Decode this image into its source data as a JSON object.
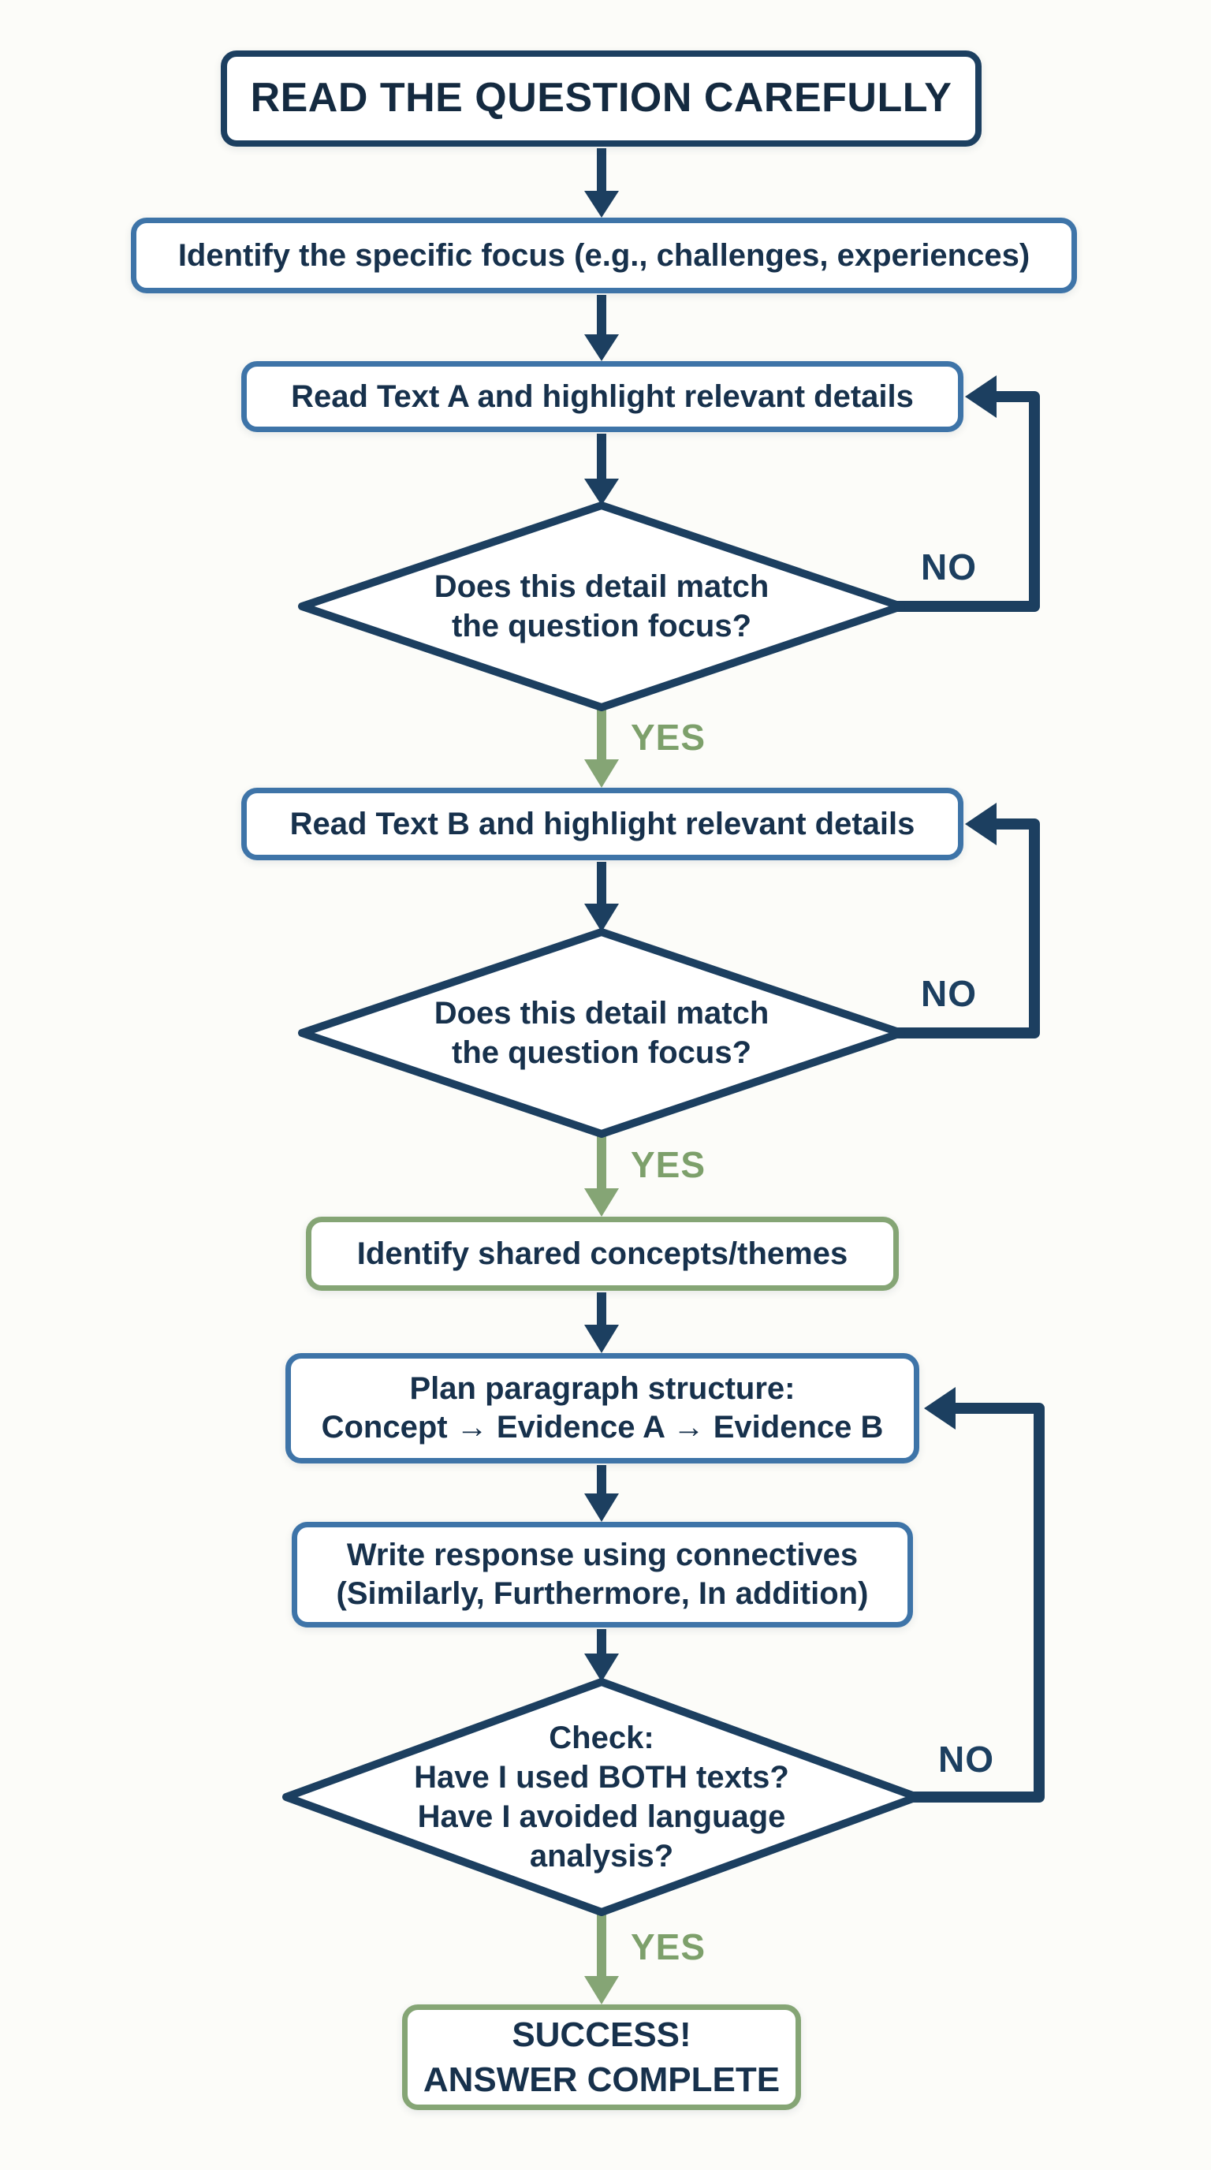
{
  "palette": {
    "navy": "#1c3f60",
    "blue": "#3e74a8",
    "green": "#85a575",
    "text_dark": "#17314c",
    "background": "#fcfcf9"
  },
  "labels": {
    "yes": "YES",
    "no": "NO"
  },
  "nodes": {
    "start": {
      "text": "READ THE QUESTION CAREFULLY"
    },
    "identify_focus": {
      "text": "Identify the specific focus (e.g., challenges, experiences)"
    },
    "read_text_a": {
      "text": "Read Text A and highlight relevant details"
    },
    "decision_match_a": {
      "lines": [
        "Does this detail match",
        "the question focus?"
      ]
    },
    "read_text_b": {
      "text": "Read Text B and highlight relevant details"
    },
    "decision_match_b": {
      "lines": [
        "Does this detail match",
        "the question focus?"
      ]
    },
    "shared_concepts": {
      "text": "Identify shared concepts/themes"
    },
    "plan_structure": {
      "lines": [
        "Plan paragraph structure:",
        "Concept → Evidence A → Evidence B"
      ]
    },
    "write_response": {
      "lines": [
        "Write response using connectives",
        "(Similarly, Furthermore, In addition)"
      ]
    },
    "check": {
      "lines": [
        "Check:",
        "Have I used BOTH texts?",
        "Have I avoided language",
        "analysis?"
      ]
    },
    "success": {
      "lines": [
        "SUCCESS!",
        "ANSWER COMPLETE"
      ]
    }
  }
}
